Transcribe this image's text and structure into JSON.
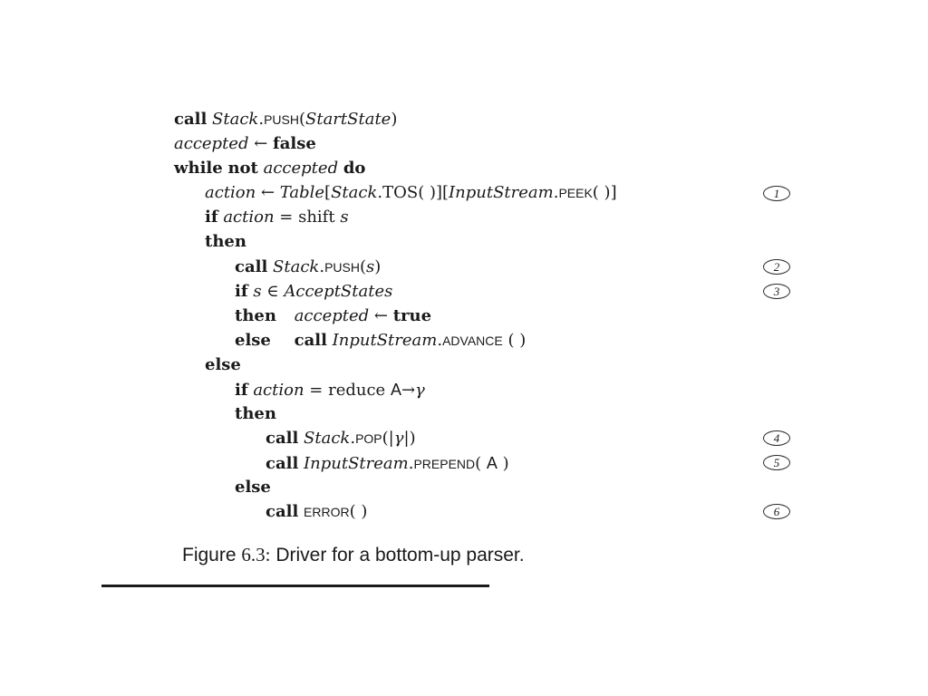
{
  "kw": {
    "call": "call",
    "while": "while",
    "not": "not",
    "do": "do",
    "if": "if",
    "then": "then",
    "else": "else",
    "false": "false",
    "true": "true"
  },
  "ids": {
    "stack": "Stack",
    "start_state": "StartState",
    "accepted": "accepted",
    "action": "action",
    "table": "Table",
    "input_stream": "InputStream",
    "s": "s",
    "accept_states": "AcceptStates",
    "gamma": "γ"
  },
  "methods": {
    "push": "PUSH",
    "tos": "TOS",
    "peek": "PEEK",
    "advance": "ADVANCE",
    "pop": "POP",
    "prepend": "PREPEND",
    "error": "ERROR"
  },
  "words": {
    "shift": "shift",
    "reduce": "reduce",
    "nonterminal": "A"
  },
  "markers": [
    "1",
    "2",
    "3",
    "4",
    "5",
    "6"
  ],
  "caption": {
    "prefix": "Figure",
    "number": "6.3:",
    "text": "Driver for a bottom-up parser."
  }
}
